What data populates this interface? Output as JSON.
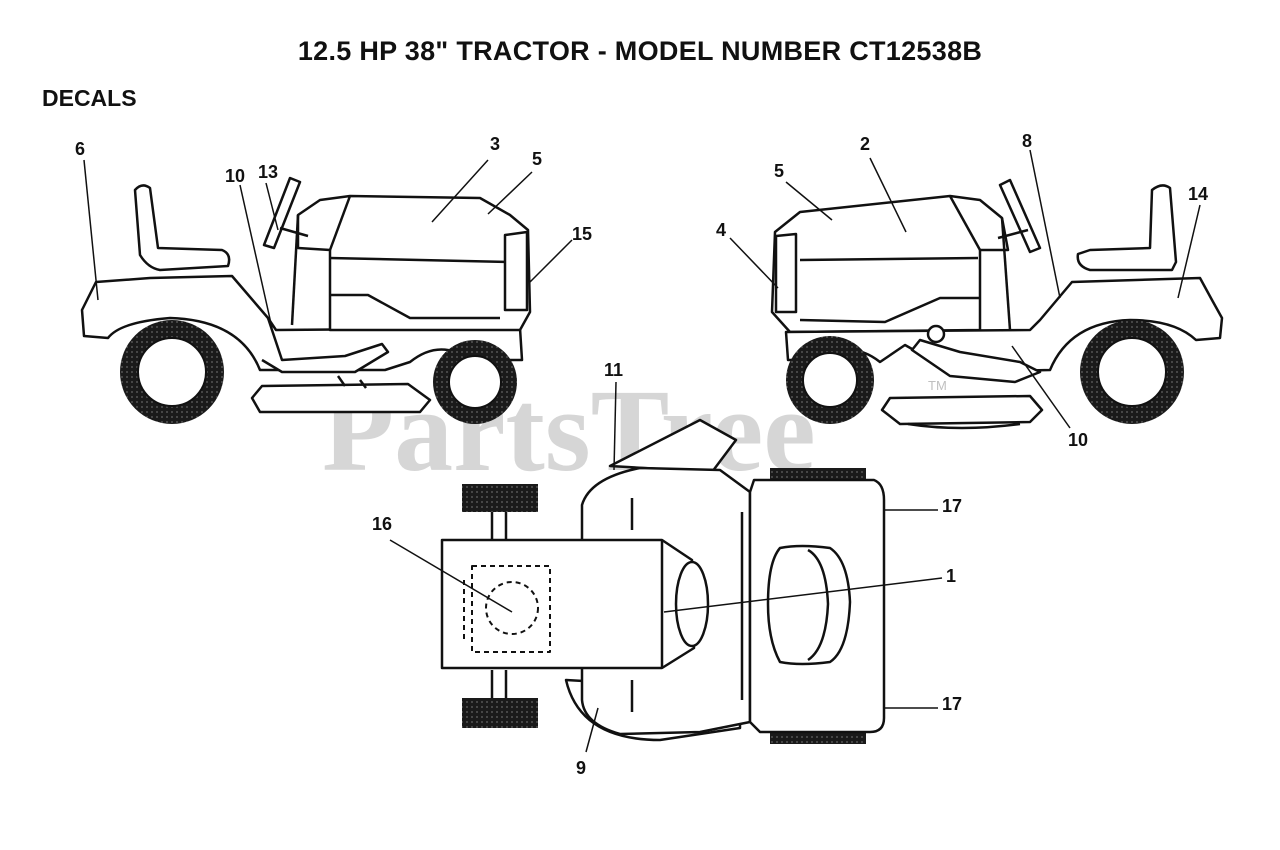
{
  "header": {
    "title": "12.5 HP 38\" TRACTOR - MODEL NUMBER CT12538B",
    "section": "DECALS"
  },
  "watermark": {
    "text": "PartsTree",
    "tm": "TM"
  },
  "callouts": {
    "left_6": "6",
    "left_10": "10",
    "left_13": "13",
    "left_3": "3",
    "left_5": "5",
    "left_15": "15",
    "right_5": "5",
    "right_2": "2",
    "right_8": "8",
    "right_4": "4",
    "right_14": "14",
    "right_10": "10",
    "top_11": "11",
    "top_16": "16",
    "top_17a": "17",
    "top_1": "1",
    "top_17b": "17",
    "top_9": "9"
  },
  "colors": {
    "line": "#111111",
    "tire": "#1a1a1a",
    "watermark": "#c9c9c9"
  }
}
